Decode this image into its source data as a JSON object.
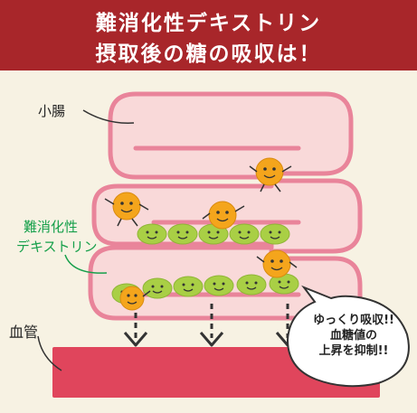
{
  "header": {
    "title_line1": "難消化性デキストリン",
    "title_line2": "摂取後の糖の吸収は！",
    "background_color": "#a8262a"
  },
  "labels": {
    "small_intestine": "小腸",
    "dextrin_line1": "難消化性",
    "dextrin_line2": "デキストリン",
    "blood_vessel": "血管"
  },
  "speech_bubble": {
    "line1": "ゆっくり吸収!!",
    "line2": "血糖値の",
    "line3": "上昇を抑制!!"
  },
  "colors": {
    "intestine_fill": "#f9d9d9",
    "intestine_outline": "#e9849a",
    "dextrin_green": "#a9cf45",
    "sugar_orange": "#f4a51c",
    "blood_vessel": "#e0455c",
    "background": "#f7f2e3"
  }
}
